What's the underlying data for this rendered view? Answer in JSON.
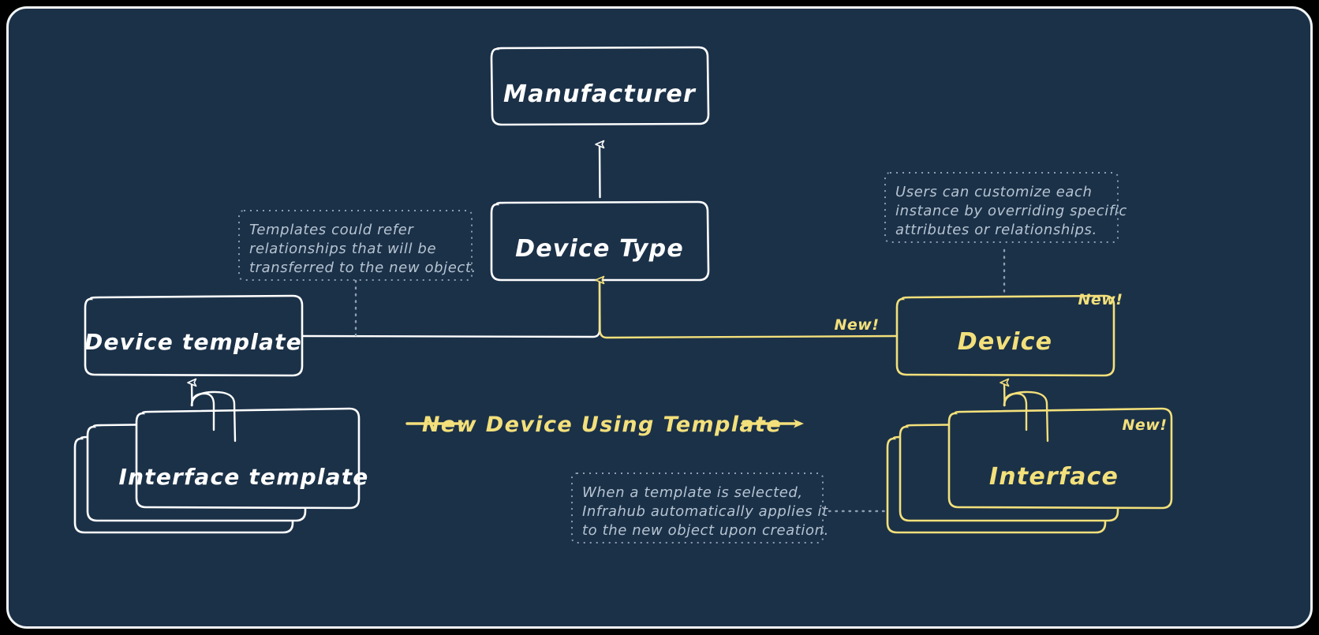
{
  "theme": {
    "page_background": "#000000",
    "canvas_background": "#1b3148",
    "frame_border": "#f2f5f7",
    "stroke_white": "#ffffff",
    "stroke_yellow": "#f3e07b",
    "text_white": "#ffffff",
    "text_yellow": "#f3e07b",
    "annotation_text": "#b6c4d2",
    "annotation_border": "#8d9eb0"
  },
  "nodes": {
    "manufacturer": {
      "label": "Manufacturer",
      "color": "#ffffff"
    },
    "device_type": {
      "label": "Device Type",
      "color": "#ffffff"
    },
    "device_template": {
      "label": "Device template",
      "color": "#ffffff"
    },
    "interface_template": {
      "label": "Interface template",
      "color": "#ffffff",
      "stacked": 3
    },
    "device": {
      "label": "Device",
      "color": "#f3e07b"
    },
    "interface": {
      "label": "Interface",
      "color": "#f3e07b",
      "stacked": 3
    }
  },
  "badges": {
    "device_edge": "New!",
    "device_node": "New!",
    "interface_node": "New!"
  },
  "edges": {
    "transition_label": "New Device Using Template"
  },
  "annotations": {
    "templates_refer": {
      "lines": [
        "Templates could refer",
        "relationships that will be",
        "transferred to the new object."
      ]
    },
    "users_customize": {
      "lines": [
        "Users can customize each",
        "instance by overriding specific",
        "attributes or relationships."
      ]
    },
    "template_selected": {
      "lines": [
        "When a template is selected,",
        "Infrahub automatically applies it",
        "to the new object upon creation."
      ]
    }
  }
}
